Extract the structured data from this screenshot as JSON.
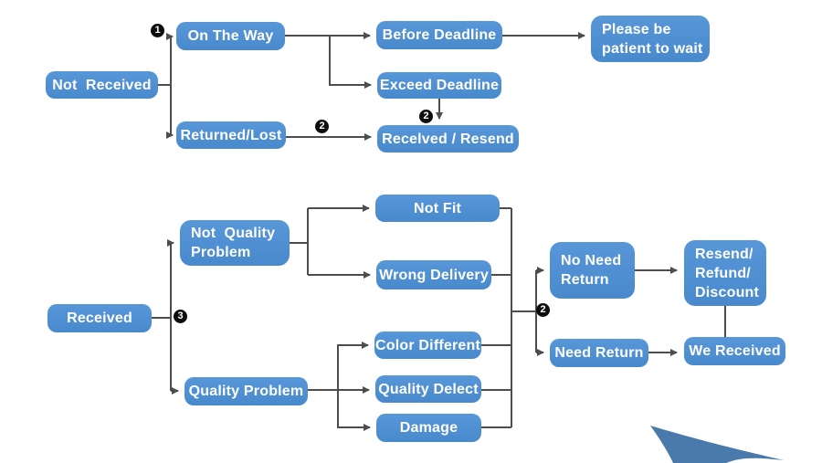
{
  "theme": {
    "background": "#ffffff",
    "node_fill": "#4b8fd5",
    "node_text": "#ffffff",
    "wire": "#4d4d4d",
    "badge_fill": "#0d0d0d",
    "badge_text": "#ffffff",
    "swoosh": "#4a7aab"
  },
  "nodes": {
    "not_received": {
      "label": "Not  Received"
    },
    "on_the_way": {
      "label": "On The Way"
    },
    "returned_lost": {
      "label": "Returned/Lost"
    },
    "before_deadline": {
      "label": "Before Deadline"
    },
    "exceed_deadline": {
      "label": "Exceed Deadline"
    },
    "recelved_resend": {
      "label": "Recelved / Resend"
    },
    "please_wait": {
      "label": "Please be\npatient to wait"
    },
    "received": {
      "label": "Received"
    },
    "not_quality_problem": {
      "label": "Not  Quality\nProblem"
    },
    "quality_problem": {
      "label": "Quality Problem"
    },
    "not_fit": {
      "label": "Not Fit"
    },
    "wrong_delivery": {
      "label": "Wrong Delivery"
    },
    "color_different": {
      "label": "Color Different"
    },
    "quality_delect": {
      "label": "Quality Delect"
    },
    "damage": {
      "label": "Damage"
    },
    "no_need_return": {
      "label": "No Need\nReturn"
    },
    "resend_refund_discount": {
      "label": "Resend/\nRefund/\nDiscount"
    },
    "need_return": {
      "label": "Need Return"
    },
    "we_received": {
      "label": "We Received"
    }
  },
  "badges": {
    "step1": {
      "number": "1"
    },
    "step2_return": {
      "number": "2"
    },
    "step2_deadline": {
      "number": "2"
    },
    "step3": {
      "number": "3"
    },
    "step2_need": {
      "number": "2"
    }
  }
}
